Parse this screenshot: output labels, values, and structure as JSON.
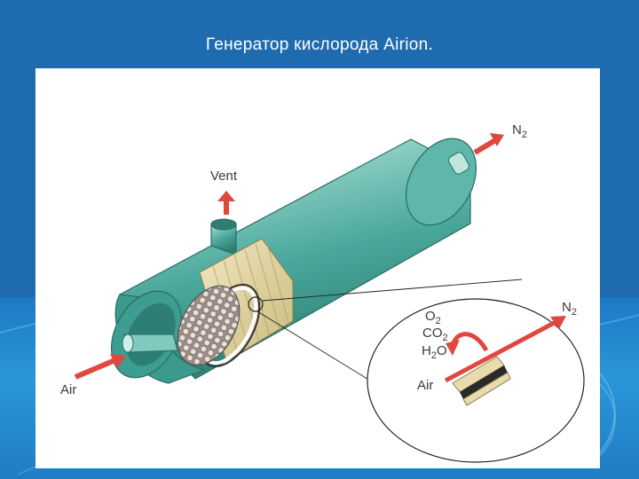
{
  "slide": {
    "title": "Генератор кислорода Airion."
  },
  "diagram": {
    "vent_label": "Vent",
    "air_label": "Air",
    "n2_label_top": "N",
    "n2_label_inset": "N",
    "n2_sub": "2",
    "inset_air_label": "Air",
    "gases": {
      "o2": {
        "base": "O",
        "sub": "2"
      },
      "co2": {
        "base": "CO",
        "sub": "2"
      },
      "h2o": {
        "base": "H",
        "sub": "2",
        "tail": "O"
      }
    },
    "colors": {
      "background": "#1f6bb0",
      "tube": "#4fb3a6",
      "arrow": "#e0473f",
      "fiber": "#e8dcae"
    }
  }
}
